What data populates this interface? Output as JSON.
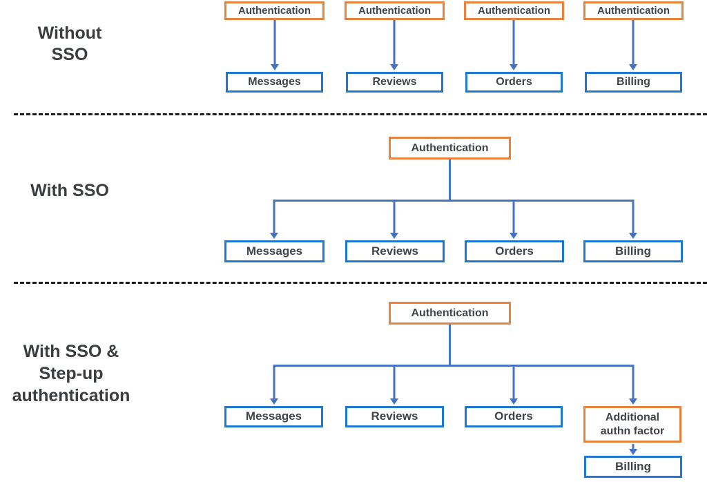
{
  "colors": {
    "orange": "#E8823C",
    "blue": "#1E78D0",
    "arrow": "#4472C4",
    "text": "#3F4448",
    "heading": "#3A3E41",
    "divider": "#1B1B1B",
    "bg": "#FFFFFF"
  },
  "sections": [
    {
      "label_lines": [
        "Without",
        "SSO"
      ],
      "pairs": [
        {
          "top": "Authentication",
          "bottom": "Messages"
        },
        {
          "top": "Authentication",
          "bottom": "Reviews"
        },
        {
          "top": "Authentication",
          "bottom": "Orders"
        },
        {
          "top": "Authentication",
          "bottom": "Billing"
        }
      ]
    },
    {
      "label_lines": [
        "With SSO"
      ],
      "root": "Authentication",
      "children": [
        "Messages",
        "Reviews",
        "Orders",
        "Billing"
      ]
    },
    {
      "label_lines": [
        "With SSO &",
        "Step-up",
        "authentication"
      ],
      "root": "Authentication",
      "children": [
        "Messages",
        "Reviews",
        "Orders"
      ],
      "stepup_lines": [
        "Additional",
        "authn factor"
      ],
      "stepup_child": "Billing"
    }
  ]
}
